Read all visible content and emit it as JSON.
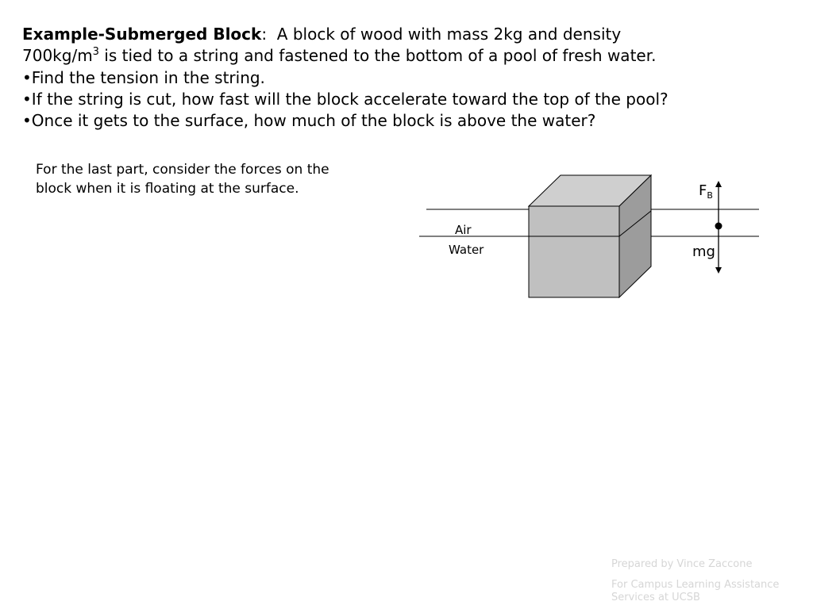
{
  "problem": {
    "title": "Example-Submerged Block",
    "colon": ":",
    "intro_part1": "  A block of wood with mass 2kg and density",
    "intro_part2": "700kg/m",
    "intro_sup": "3",
    "intro_part3": " is tied to a string and fastened to the bottom of a pool of fresh water.",
    "bullets": [
      "•Find the tension in the string.",
      "•If the string is cut, how fast will the block accelerate toward the top of the pool?",
      "•Once it gets to the surface, how much of the block is above the water?"
    ]
  },
  "hint": {
    "line1": "For the last part, consider the forces on the",
    "line2": "block when it is floating at the surface."
  },
  "diagram": {
    "label_air": "Air",
    "label_water": "Water",
    "force_up": "F",
    "force_up_sub": "B",
    "force_down": "mg",
    "colors": {
      "front_face": "#c0c0c0",
      "top_face": "#cfcfcf",
      "side_face": "#9c9c9c",
      "stroke": "#000000"
    }
  },
  "footer": {
    "line1": "Prepared by Vince Zaccone",
    "line2a": "For Campus Learning Assistance",
    "line2b": "Services at UCSB"
  }
}
